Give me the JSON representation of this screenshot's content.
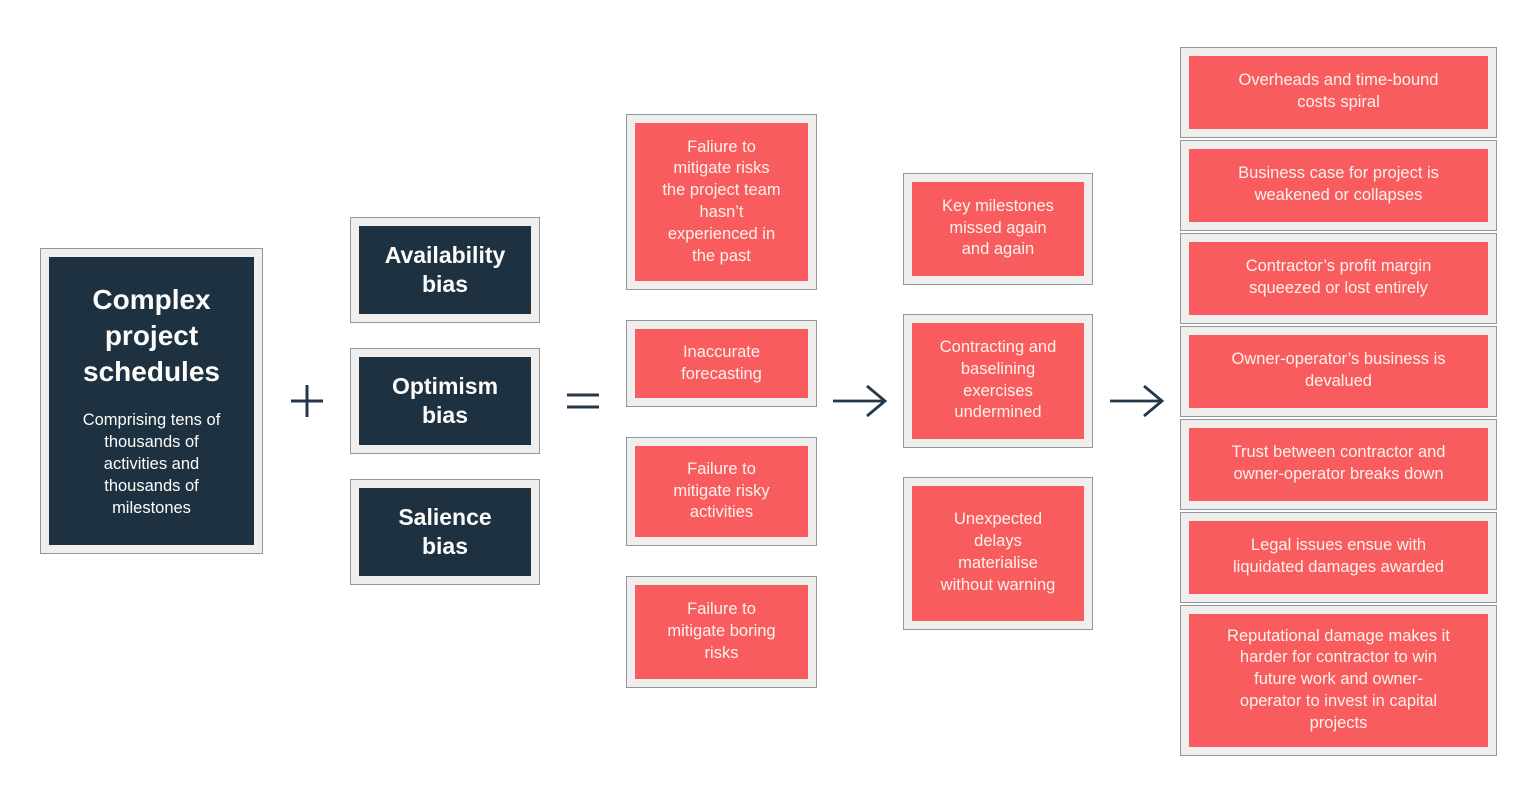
{
  "source": {
    "title": "Complex project schedules",
    "subtitle": "Comprising tens of thousands of activities and thousands of milestones"
  },
  "operators": {
    "plus": "+",
    "equals": "=",
    "arrow_1": "→",
    "arrow_2": "→"
  },
  "biases": [
    "Availability bias",
    "Optimism bias",
    "Salience bias"
  ],
  "failures": [
    "Faliure to mitigate risks the project team hasn’t experienced in the past",
    "Inaccurate forecasting",
    "Failure to mitigate risky activities",
    "Failure to mitigate boring risks"
  ],
  "symptoms": [
    "Key milestones missed again and again",
    "Contracting and baselining exercises undermined",
    "Unexpected delays materialise without warning"
  ],
  "consequences": [
    "Overheads and time-bound costs spiral",
    "Business case for project is weakened or collapses",
    "Contractor’s profit margin squeezed or lost entirely",
    "Owner-operator’s business is devalued",
    "Trust between contractor and owner-operator breaks down",
    "Legal issues ensue with liquidated damages awarded",
    "Reputational damage makes it harder for contractor to win future work and owner-operator to invest in capital projects"
  ],
  "colors": {
    "dark_box": "#1d3140",
    "red_box": "#f95c5e",
    "frame_background": "#f1efee",
    "frame_border": "#8f989d",
    "operator": "#24384a",
    "background": "#ffffff"
  }
}
